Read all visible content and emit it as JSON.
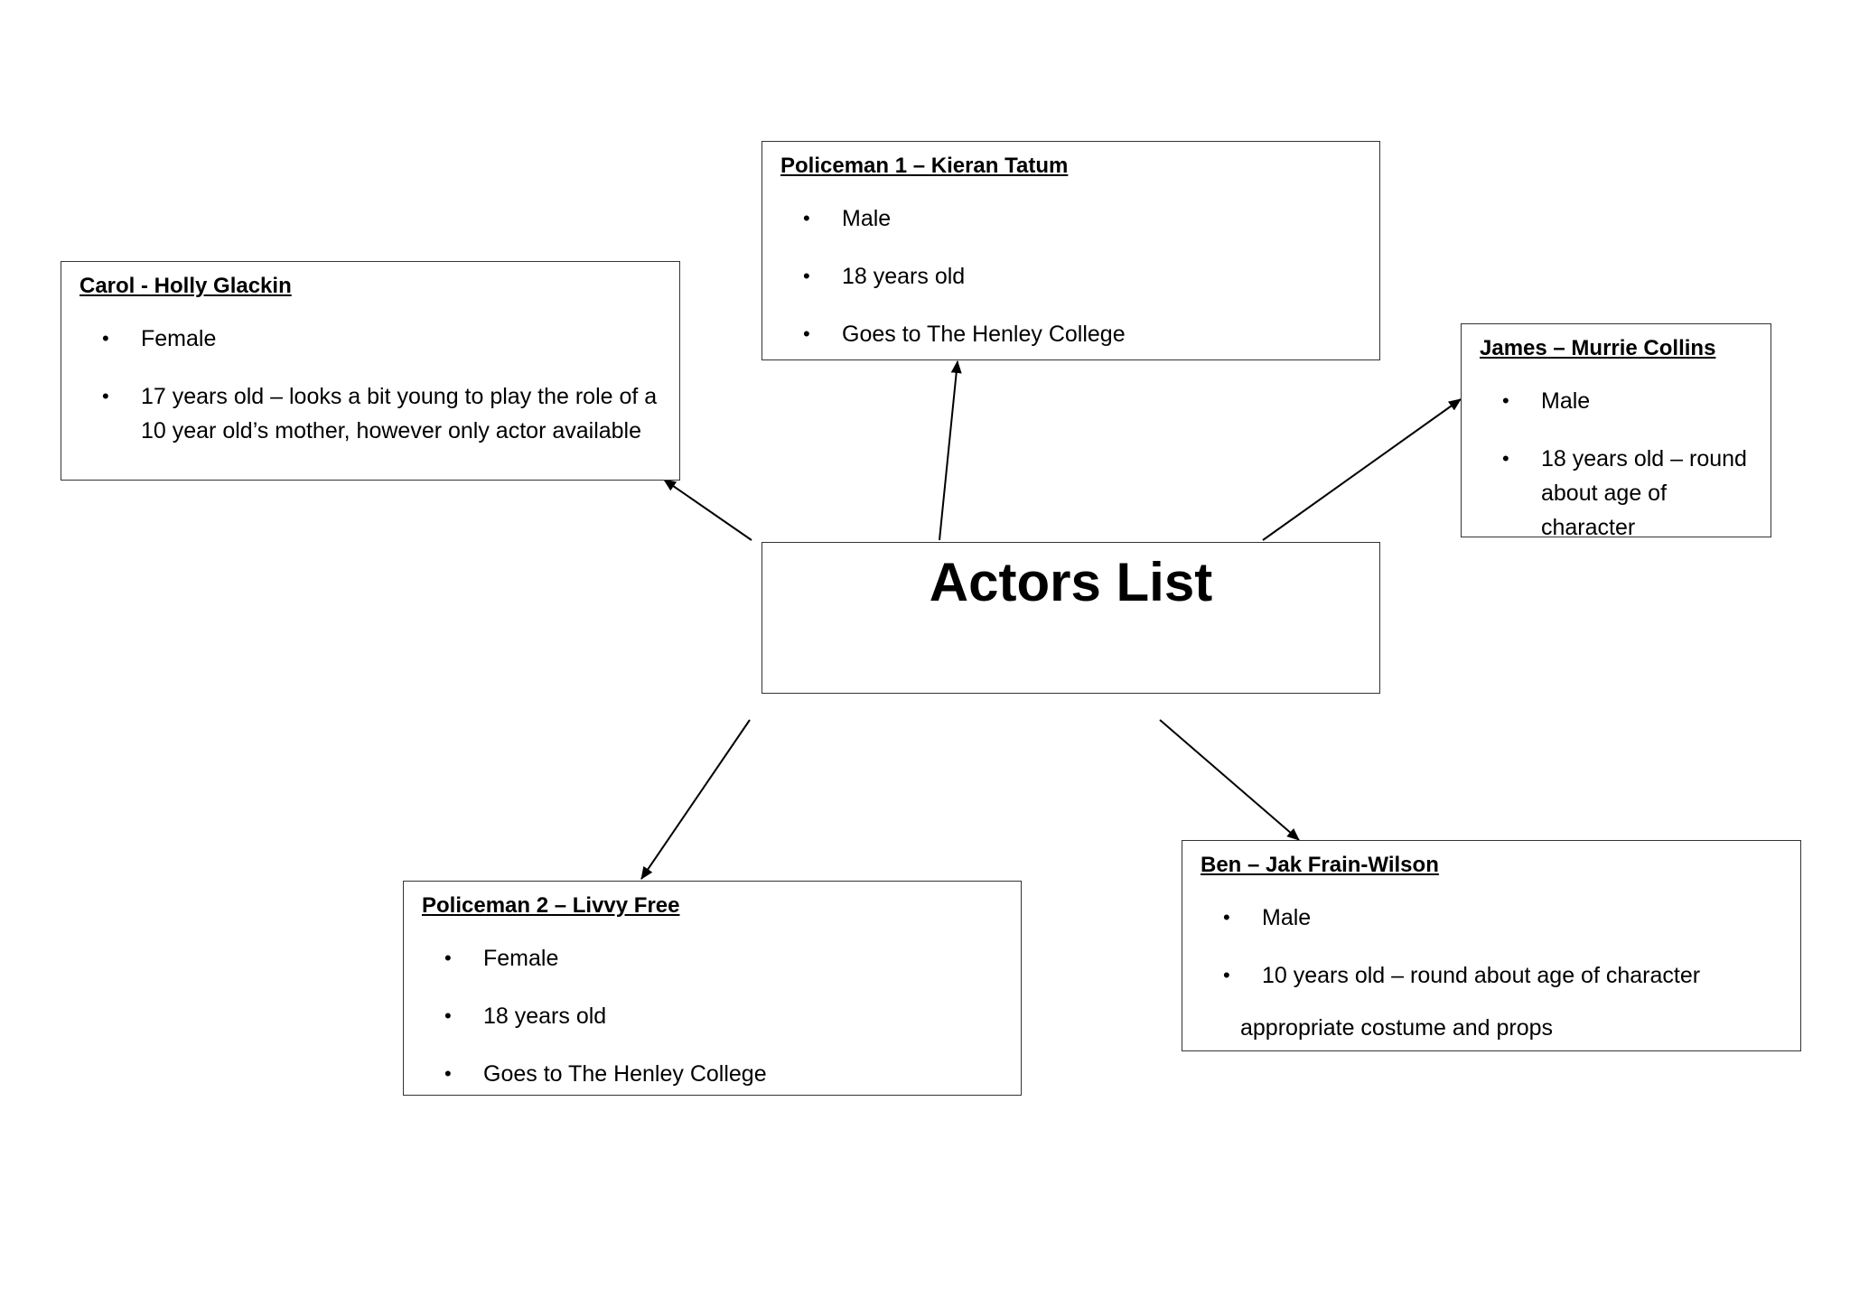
{
  "center": {
    "title": "Actors List"
  },
  "boxes": {
    "policeman1": {
      "title": "Policeman 1 – Kieran Tatum",
      "items": [
        "Male",
        "18 years old",
        "Goes to The Henley College"
      ]
    },
    "carol": {
      "title": "Carol - Holly Glackin",
      "items": [
        "Female",
        "17 years old – looks a bit young to play the role of a 10 year old’s mother, however only actor available"
      ]
    },
    "james": {
      "title": "James – Murrie Collins",
      "items": [
        "Male",
        "18 years old – round about age of character"
      ]
    },
    "policeman2": {
      "title": "Policeman 2 – Livvy Free",
      "items": [
        "Female",
        "18 years old",
        "Goes to The Henley College"
      ]
    },
    "ben": {
      "title": "Ben – Jak Frain-Wilson",
      "items": [
        "Male",
        "10 years old – round about age of character"
      ],
      "extra": "appropriate costume and props"
    }
  },
  "bullet": "•",
  "colors": {
    "border": "#333333",
    "arrow": "#000000",
    "text": "#000000"
  }
}
